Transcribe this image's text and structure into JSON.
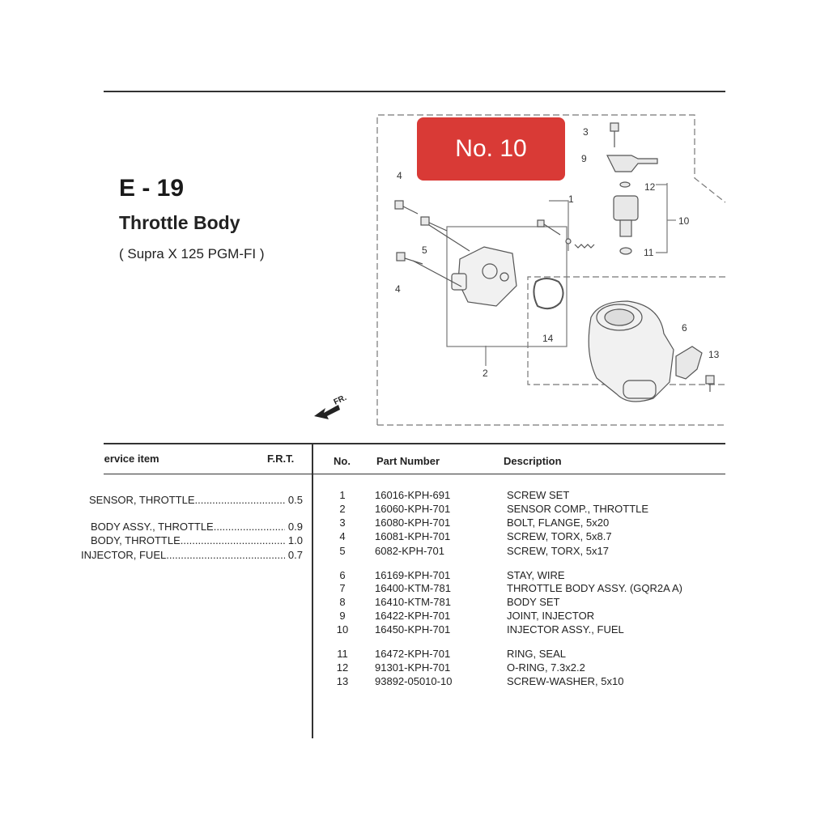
{
  "header": {
    "section": "E - 19",
    "title": "Throttle Body",
    "subtitle": "( Supra X 125 PGM-FI )"
  },
  "badge": {
    "label": "No. 10",
    "color": "#d93a36"
  },
  "diagram": {
    "callouts": [
      "1",
      "2",
      "3",
      "4",
      "4",
      "5",
      "6",
      "9",
      "10",
      "11",
      "12",
      "13",
      "14"
    ],
    "front_mark": "FR."
  },
  "service_table": {
    "header_item": "Service item",
    "header_frt": "F.R.T.",
    "rows": [
      {
        "name": "SENSOR, THROTTLE.......................................",
        "frt": "0.5"
      },
      {
        "name": "BODY ASSY., THROTTLE..............................",
        "frt": "0.9"
      },
      {
        "name": "BODY, THROTTLE.............................................",
        "frt": "1.0"
      },
      {
        "name": "INJECTOR, FUEL...................................................",
        "frt": "0.7"
      }
    ]
  },
  "parts_table": {
    "headers": {
      "no": "No.",
      "part_number": "Part Number",
      "description": "Description"
    },
    "rows": [
      {
        "no": "1",
        "pn": "16016-KPH-691",
        "desc": "SCREW SET"
      },
      {
        "no": "2",
        "pn": "16060-KPH-701",
        "desc": "SENSOR COMP., THROTTLE"
      },
      {
        "no": "3",
        "pn": "16080-KPH-701",
        "desc": "BOLT, FLANGE, 5x20"
      },
      {
        "no": "4",
        "pn": "16081-KPH-701",
        "desc": "SCREW, TORX, 5x8.7"
      },
      {
        "no": "5",
        "pn": "6082-KPH-701",
        "desc": "SCREW, TORX, 5x17"
      },
      {
        "no": "6",
        "pn": "16169-KPH-701",
        "desc": "STAY, WIRE"
      },
      {
        "no": "7",
        "pn": "16400-KTM-781",
        "desc": "THROTTLE BODY ASSY. (GQR2A A)"
      },
      {
        "no": "8",
        "pn": "16410-KTM-781",
        "desc": "BODY SET"
      },
      {
        "no": "9",
        "pn": "16422-KPH-701",
        "desc": "JOINT, INJECTOR"
      },
      {
        "no": "10",
        "pn": "16450-KPH-701",
        "desc": "INJECTOR ASSY., FUEL"
      },
      {
        "no": "11",
        "pn": "16472-KPH-701",
        "desc": "RING, SEAL"
      },
      {
        "no": "12",
        "pn": "91301-KPH-701",
        "desc": "O-RING, 7.3x2.2"
      },
      {
        "no": "13",
        "pn": "93892-05010-10",
        "desc": "SCREW-WASHER, 5x10"
      }
    ]
  }
}
